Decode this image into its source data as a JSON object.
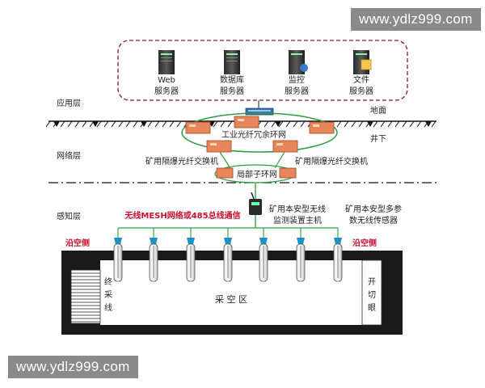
{
  "watermark_top": "www.ydlz999.com",
  "watermark_bottom": "www.ydlz999.com",
  "layers": {
    "application": "应用层",
    "network": "网络层",
    "perception": "感知层"
  },
  "ground": {
    "surface": "地面",
    "underground": "井下"
  },
  "servers": [
    {
      "name_line1": "Web",
      "name_line2": "服务器",
      "icon": "server-icon"
    },
    {
      "name_line1": "数据库",
      "name_line2": "服务器",
      "icon": "database-server-icon"
    },
    {
      "name_line1": "监控",
      "name_line2": "服务器",
      "icon": "monitor-server-icon"
    },
    {
      "name_line1": "文件",
      "name_line2": "服务器",
      "icon": "file-server-icon"
    }
  ],
  "network": {
    "ring_label": "工业光纤冗余环网",
    "switch_left": "矿用隔爆光纤交换机",
    "switch_right": "矿用隔爆光纤交换机",
    "local_ring": "局部子环网"
  },
  "wireless": {
    "comm_label": "无线MESH网络或485总线通信",
    "host_line1": "矿用本安型无线",
    "host_line2": "监测装置主机",
    "sensor_line1": "矿用本安型多参",
    "sensor_line2": "数无线传感器"
  },
  "mine": {
    "left_road": "沿空侧",
    "right_road": "沿空侧",
    "terminal_line": [
      "终",
      "采",
      "线"
    ],
    "goaf": "采 空 区",
    "cut_eye": [
      "开",
      "切",
      "眼"
    ]
  },
  "colors": {
    "red_text": "#c8102e",
    "green_line": "#2e9e3e",
    "dashed_border": "#8b1a2e",
    "switch_orange": "#e8855a",
    "sensor_blue": "#1e90c8"
  }
}
